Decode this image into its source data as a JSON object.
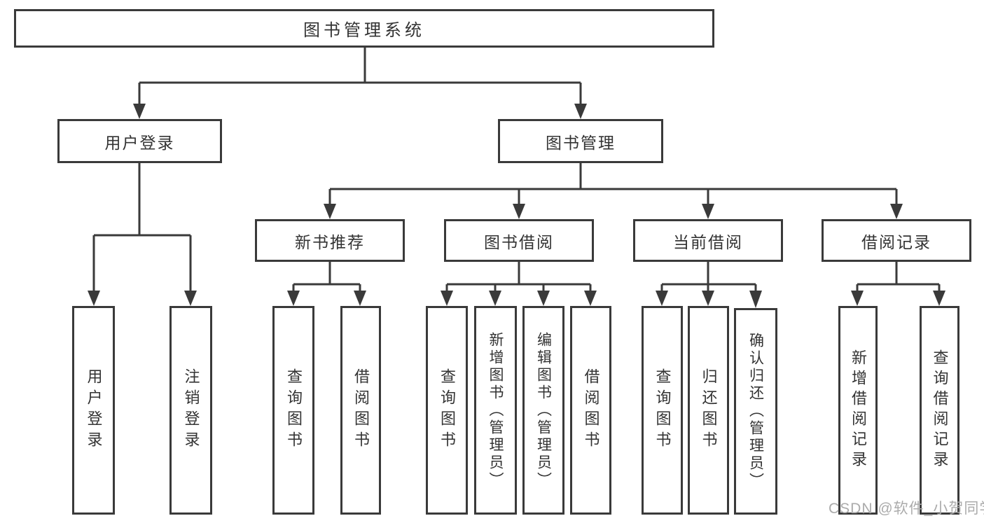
{
  "diagram_type": "hierarchy-tree",
  "watermark": "CSDN @软件_小贺同学",
  "colors": {
    "line": "#3a3a3a",
    "border": "#3a3a3a",
    "text": "#333333",
    "watermark": "#ababab",
    "background": "#ffffff"
  },
  "tree": {
    "label": "图书管理系统",
    "children": [
      {
        "label": "用户登录",
        "children": [
          {
            "label": "用户登录"
          },
          {
            "label": "注销登录"
          }
        ]
      },
      {
        "label": "图书管理",
        "children": [
          {
            "label": "新书推荐",
            "children": [
              {
                "label": "查询图书"
              },
              {
                "label": "借阅图书"
              }
            ]
          },
          {
            "label": "图书借阅",
            "children": [
              {
                "label": "查询图书"
              },
              {
                "label": "新增图书（管理员）"
              },
              {
                "label": "编辑图书（管理员）"
              },
              {
                "label": "借阅图书"
              }
            ]
          },
          {
            "label": "当前借阅",
            "children": [
              {
                "label": "查询图书"
              },
              {
                "label": "归还图书"
              },
              {
                "label": "确认归还（管理员）"
              }
            ]
          },
          {
            "label": "借阅记录",
            "children": [
              {
                "label": "新增借阅记录"
              },
              {
                "label": "查询借阅记录"
              }
            ]
          }
        ]
      }
    ]
  }
}
